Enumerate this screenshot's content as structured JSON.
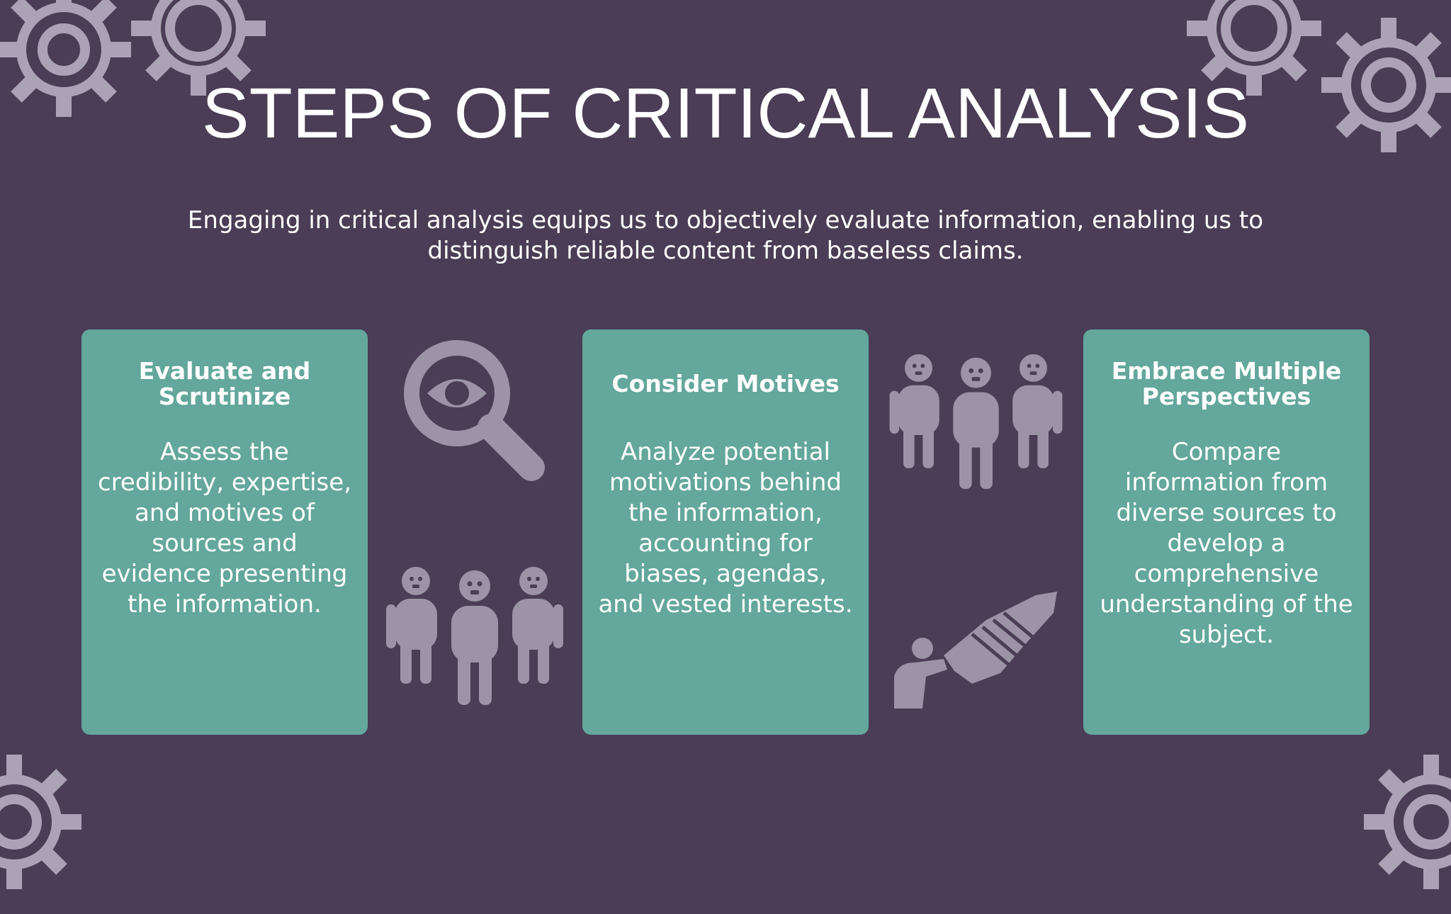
{
  "slide": {
    "title": "STEPS OF CRITICAL ANALYSIS",
    "subtitle": "Engaging in critical analysis equips us to objectively evaluate information, enabling us to distinguish reliable content from baseless claims."
  },
  "cards": [
    {
      "title": "Evaluate and Scrutinize",
      "body": "Assess the credibility, expertise, and motives of sources and evidence presenting the information."
    },
    {
      "title": "Consider Motives",
      "body": "Analyze potential motivations behind the information, accounting for biases, agendas, and vested interests."
    },
    {
      "title": "Embrace Multiple Perspectives",
      "body": "Compare information from diverse sources to develop a comprehensive understanding of the subject."
    }
  ],
  "icons": [
    "gear-icon",
    "magnifier-eye-icon",
    "group-of-people-icon",
    "handshake-icon"
  ],
  "colors": {
    "background": "#4a3d55",
    "card": "#64a79c",
    "icon": "#9c93a6",
    "gear": "#b7aec0",
    "text": "#ffffff"
  }
}
